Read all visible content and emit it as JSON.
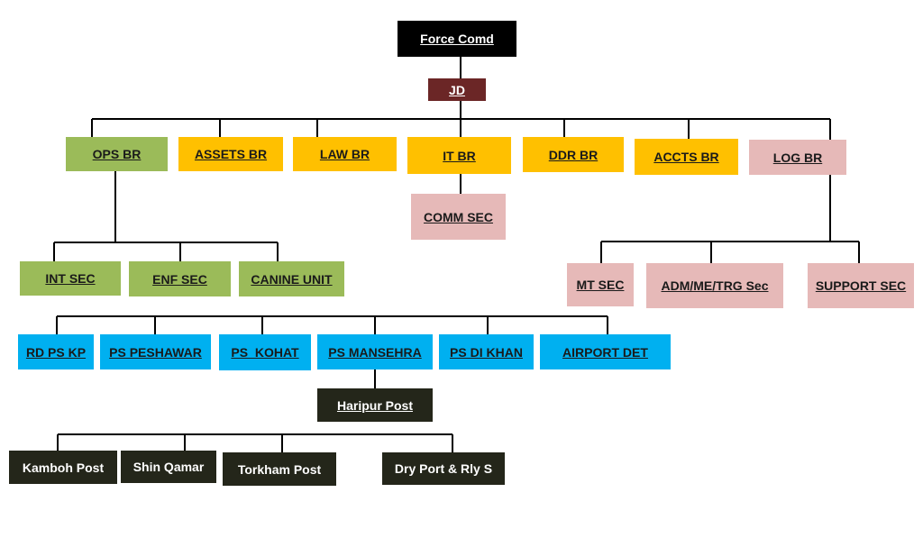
{
  "chart": {
    "top": {
      "force_comd": "Force Comd",
      "jd": "JD"
    },
    "branches": {
      "ops_br": "OPS BR",
      "assets_br": "ASSETS BR",
      "law_br": "LAW BR",
      "it_br": "IT BR",
      "ddr_br": "DDR BR",
      "accts_br": "ACCTS BR",
      "log_br": "LOG BR"
    },
    "it_sections": {
      "comm_sec": "COMM SEC"
    },
    "ops_sections": {
      "int_sec": "INT SEC",
      "enf_sec": "ENF SEC",
      "canine_unit": "CANINE UNIT"
    },
    "log_sections": {
      "mt_sec": "MT SEC",
      "adm_me_trg_sec": "ADM/ME/TRG Sec",
      "support_sec": "SUPPORT SEC"
    },
    "stations": {
      "rd_ps_kp": "RD PS KP",
      "ps_peshawar": "PS PESHAWAR",
      "ps_kohat": "PS  KOHAT",
      "ps_mansehra": "PS MANSEHRA",
      "ps_di_khan": "PS DI KHAN",
      "airport_det": "AIRPORT DET"
    },
    "posts": {
      "haripur_post": "Haripur Post",
      "kamboh_post": "Kamboh Post",
      "shin_qamar": "Shin Qamar",
      "torkham_post": "Torkham Post",
      "dry_port_rly": "Dry Port & Rly S"
    }
  },
  "colors": {
    "command": "#000000",
    "jd": "#6b2626",
    "ops": "#9bbb59",
    "branch": "#ffc000",
    "log": "#e6b9b8",
    "station": "#00b0f0",
    "post": "#24261a"
  }
}
